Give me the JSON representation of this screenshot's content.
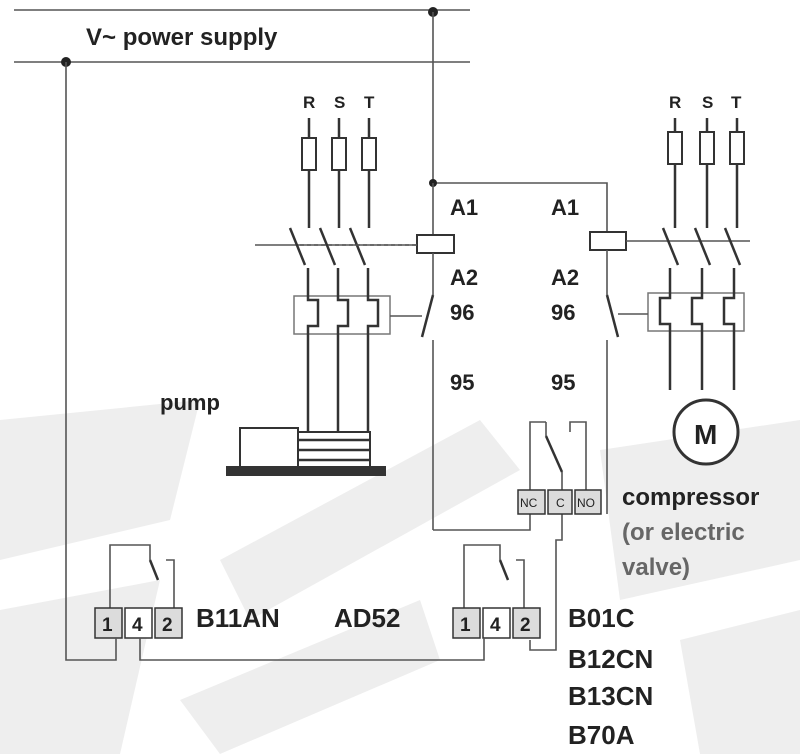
{
  "supply": {
    "label": "V~ power supply"
  },
  "phases_left": [
    "R",
    "S",
    "T"
  ],
  "phases_right": [
    "R",
    "S",
    "T"
  ],
  "contactor_left": {
    "a1": "A1",
    "a2": "A2",
    "t96": "96",
    "t95": "95"
  },
  "contactor_right": {
    "a1": "A1",
    "a2": "A2",
    "t96": "96",
    "t95": "95"
  },
  "pump_label": "pump",
  "motor_label": "M",
  "relay_terminals": [
    "NC",
    "C",
    "NO"
  ],
  "compressor": {
    "line1": "compressor",
    "line2": "(or electric",
    "line3": "valve)"
  },
  "left_device": {
    "terminals": [
      "1",
      "4",
      "2"
    ],
    "model": "B11AN"
  },
  "middle_device": {
    "terminals": [
      "1",
      "4",
      "2"
    ],
    "name": "AD52"
  },
  "right_models": [
    "B01C",
    "B12CN",
    "B13CN",
    "B70A"
  ],
  "colors": {
    "wire": "#555555",
    "text": "#222222",
    "terminal_fill": "#dcdcdc",
    "watermark": "#eeeeee",
    "compressor_text": "#666666"
  }
}
